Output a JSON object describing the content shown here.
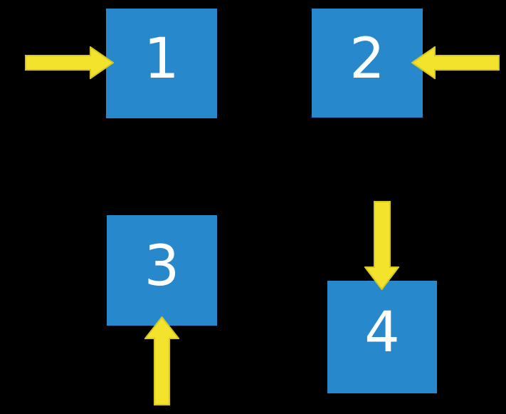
{
  "diagram": {
    "description": "Four numbered blue squares on a black background, each indicated by a yellow block arrow",
    "squares": [
      {
        "label": "1",
        "arrow_direction": "pointing-right-into-left-side"
      },
      {
        "label": "2",
        "arrow_direction": "pointing-left-into-right-side"
      },
      {
        "label": "3",
        "arrow_direction": "pointing-up-into-bottom-side"
      },
      {
        "label": "4",
        "arrow_direction": "pointing-down-into-top-side"
      }
    ]
  },
  "colors": {
    "background": "#000000",
    "square_fill": "#2789CB",
    "label_color": "#FFFFFF",
    "arrow_fill": "#F3E32C",
    "arrow_stroke": "#D9C81F"
  }
}
